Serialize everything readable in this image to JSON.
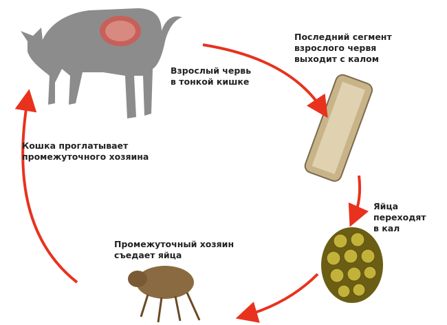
{
  "labels": {
    "adult_worm": [
      "Взрослый червь",
      "в тонкой кишке"
    ],
    "last_segment": [
      "Последний сегмент",
      "взрослого червя",
      "выходит с калом"
    ],
    "eggs": [
      "Яйца",
      "переходят",
      "в кал"
    ],
    "intermediate_host": [
      "Промежуточный хозяин",
      "съедает яйца"
    ],
    "cat_swallows": [
      "Кошка проглатывает",
      "промежуточного хозяина"
    ]
  },
  "colors": {
    "arrow": "#e8321e",
    "cat": "#8c8c8c",
    "intestine": "#c8605a",
    "segment": "#c9b48a",
    "egg_capsule": "#8a7a1e",
    "flea": "#8a6a40"
  }
}
